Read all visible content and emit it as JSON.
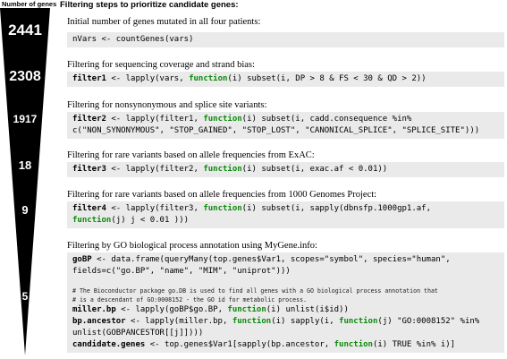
{
  "funnel": {
    "title": "Number of genes",
    "counts": [
      "2441",
      "2308",
      "1917",
      "18",
      "9",
      "5"
    ]
  },
  "title": "Filtering steps to prioritize candidate genes:",
  "steps": [
    {
      "desc": "Initial number of genes mutated in all four patients:",
      "code": [
        [
          {
            "t": "nVars <- countGenes(vars)"
          }
        ]
      ]
    },
    {
      "desc": "Filtering for sequencing coverage and strand bias:",
      "code": [
        [
          {
            "t": "filter1",
            "s": "b"
          },
          {
            "t": " <- lapply(vars, "
          },
          {
            "t": "function",
            "s": "kw"
          },
          {
            "t": "(i) subset(i, DP > 8 & FS < 30 & QD > 2))"
          }
        ]
      ]
    },
    {
      "desc": "Filtering for nonsynonymous and splice site variants:",
      "code": [
        [
          {
            "t": "filter2",
            "s": "b"
          },
          {
            "t": " <- lapply(filter1, "
          },
          {
            "t": "function",
            "s": "kw"
          },
          {
            "t": "(i) subset(i, cadd.consequence %in%"
          }
        ],
        [
          {
            "t": "c(\"NON_SYNONYMOUS\", \"STOP_GAINED\", \"STOP_LOST\", \"CANONICAL_SPLICE\", \"SPLICE_SITE\")))"
          }
        ]
      ]
    },
    {
      "desc": "Filtering for rare variants based on allele frequencies from ExAC:",
      "code": [
        [
          {
            "t": "filter3",
            "s": "b"
          },
          {
            "t": " <- lapply(filter2, "
          },
          {
            "t": "function",
            "s": "kw"
          },
          {
            "t": "(i) subset(i, exac.af < 0.01))"
          }
        ]
      ]
    },
    {
      "desc": "Filtering for rare variants based on allele frequencies from 1000 Genomes Project:",
      "code": [
        [
          {
            "t": "filter4",
            "s": "b"
          },
          {
            "t": " <- lapply(filter3, "
          },
          {
            "t": "function",
            "s": "kw"
          },
          {
            "t": "(i) subset(i, sapply(dbnsfp.1000gp1.af,"
          }
        ],
        [
          {
            "t": "function",
            "s": "kw"
          },
          {
            "t": "(j) j < 0.01 )))"
          }
        ]
      ]
    },
    {
      "desc": "Filtering by GO biological process annotation using MyGene.info:",
      "code": [
        [
          {
            "t": "goBP",
            "s": "b"
          },
          {
            "t": " <- data.frame(queryMany(top.genes$Var1, scopes=\"symbol\", species=\"human\","
          }
        ],
        [
          {
            "t": "fields=c(\"go.BP\", \"name\", \"MIM\", \"uniprot\")))"
          }
        ],
        [
          {
            "t": " ",
            "s": "cmt"
          }
        ],
        [
          {
            "t": "# The Bioconductor package go.DB is used to find all genes with a GO biological process annotation that",
            "s": "cmt"
          }
        ],
        [
          {
            "t": "# is a descendant of GO:0008152 - the GO id for metabolic process.",
            "s": "cmt"
          }
        ],
        [
          {
            "t": "miller.bp",
            "s": "b"
          },
          {
            "t": " <- lapply(goBP$go.BP, "
          },
          {
            "t": "function",
            "s": "kw"
          },
          {
            "t": "(i) unlist(i$id))"
          }
        ],
        [
          {
            "t": "bp.ancestor",
            "s": "b"
          },
          {
            "t": " <- lapply(miller.bp, "
          },
          {
            "t": "function",
            "s": "kw"
          },
          {
            "t": "(i) sapply(i, "
          },
          {
            "t": "function",
            "s": "kw"
          },
          {
            "t": "(j) \"GO:0008152\" %in%"
          }
        ],
        [
          {
            "t": "unlist(GOBPANCESTOR[[j]])))"
          }
        ],
        [
          {
            "t": "candidate.genes",
            "s": "b"
          },
          {
            "t": " <- top.genes$Var1[sapply(bp.ancestor, "
          },
          {
            "t": "function",
            "s": "kw"
          },
          {
            "t": "(i) TRUE %in% i)]"
          }
        ]
      ]
    }
  ]
}
